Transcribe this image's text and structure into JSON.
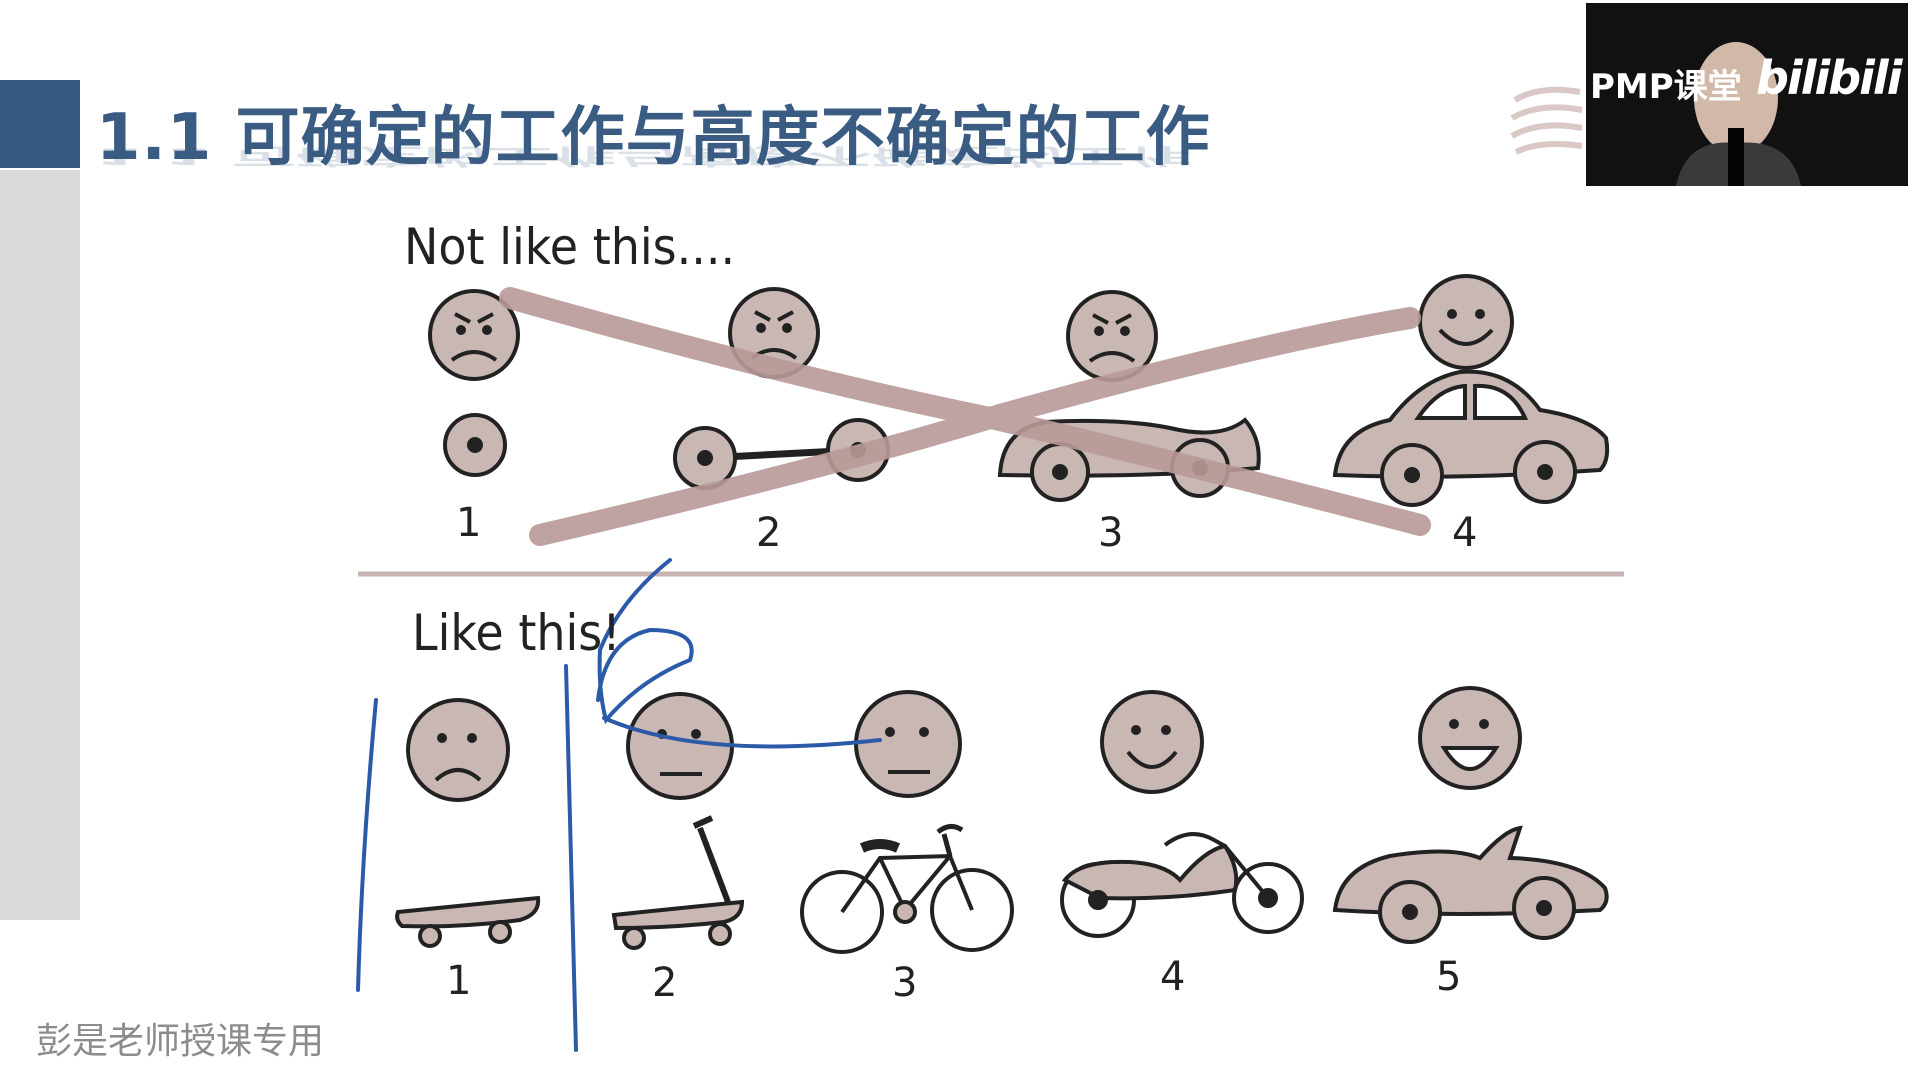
{
  "slide": {
    "title": "1.1 可确定的工作与高度不确定的工作",
    "watermark": "彭是老师授课专用"
  },
  "webcam": {
    "label": "PMP课堂",
    "logo": "bilibili"
  },
  "panel_top": {
    "caption": "Not like this....",
    "steps": [
      "1",
      "2",
      "3",
      "4"
    ]
  },
  "panel_bottom": {
    "caption": "Like this!",
    "steps": [
      "1",
      "2",
      "3",
      "4",
      "5"
    ]
  },
  "colors": {
    "title": "#3a5b82",
    "accent_bar": "#36597f",
    "sketch_fill": "#c9b7b3",
    "cross_out": "#b99a98",
    "annotation_pen": "#2b5aa8"
  }
}
